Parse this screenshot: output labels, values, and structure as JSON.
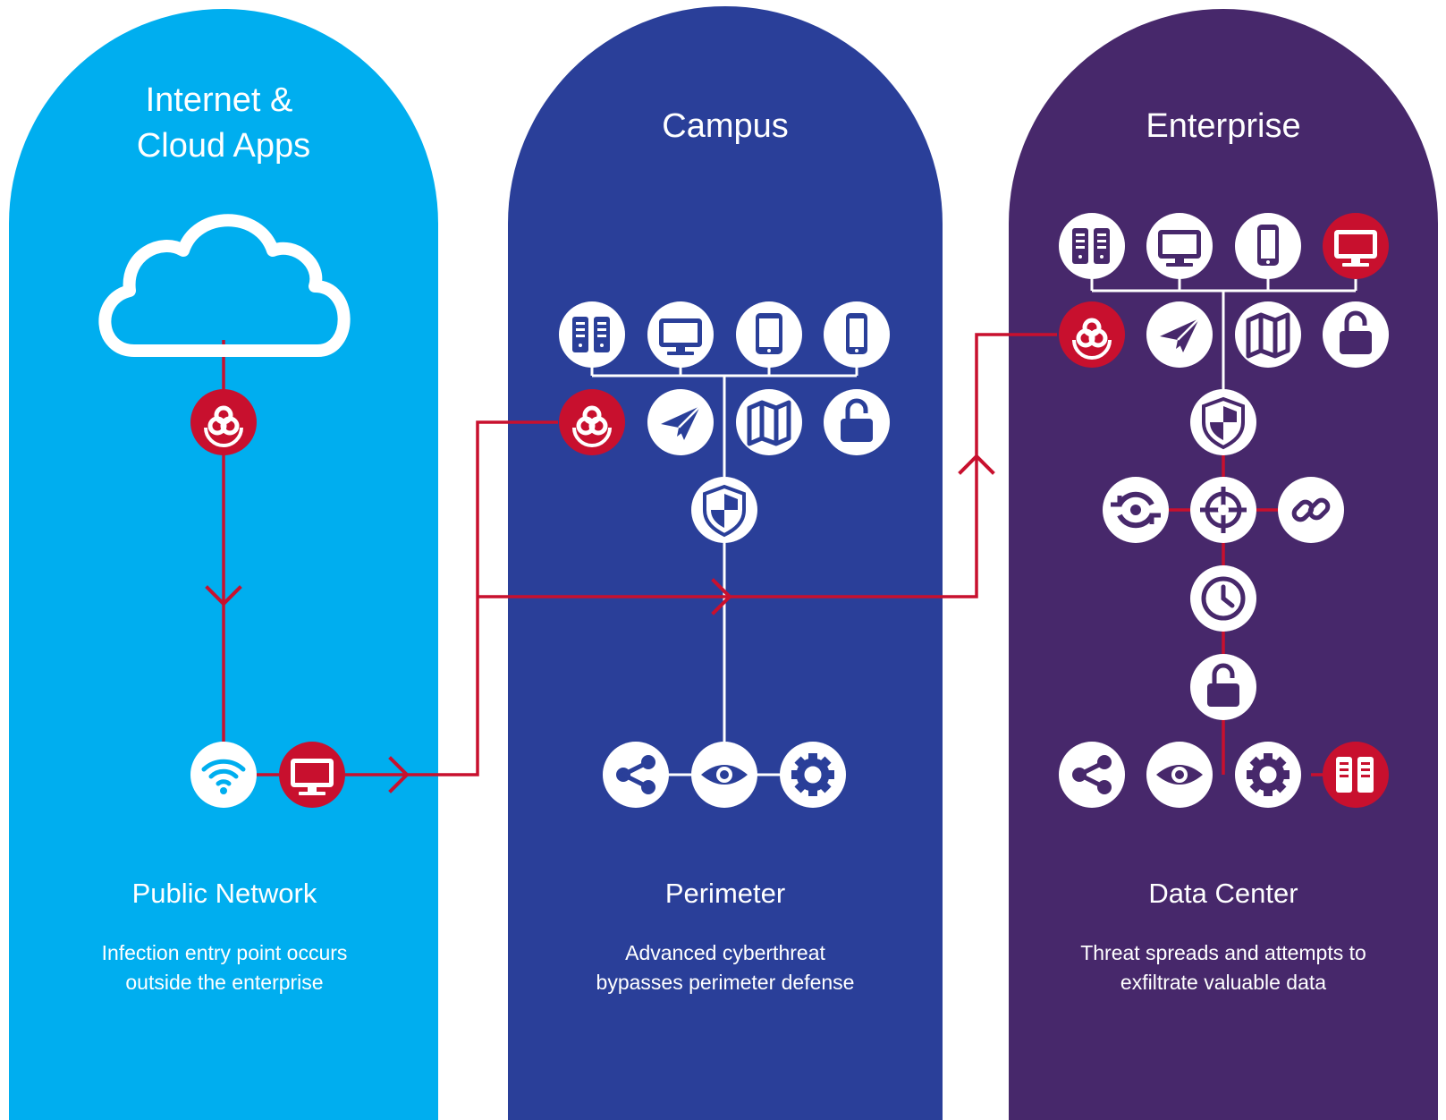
{
  "colors": {
    "internet_panel": "#00aeef",
    "campus_panel": "#2a3f99",
    "enterprise_panel": "#47286b",
    "threat_red": "#c8102e",
    "node_white": "#ffffff",
    "link_white": "#ffffff"
  },
  "columns": [
    {
      "title_lines": [
        "Internet &",
        "Cloud Apps"
      ],
      "section_label": "Public Network",
      "description_lines": [
        "Infection entry point occurs",
        "outside the enterprise"
      ],
      "icons": [
        "cloud-icon",
        "biohazard-icon",
        "wifi-icon",
        "monitor-icon"
      ]
    },
    {
      "title_lines": [
        "Campus"
      ],
      "section_label": "Perimeter",
      "description_lines": [
        "Advanced cyberthreat",
        "bypasses perimeter defense"
      ],
      "icons": [
        "server-icon",
        "monitor-icon",
        "tablet-icon",
        "phone-icon",
        "biohazard-icon",
        "paper-plane-icon",
        "map-icon",
        "padlock-icon",
        "shield-icon",
        "share-icon",
        "eye-icon",
        "gear-icon"
      ]
    },
    {
      "title_lines": [
        "Enterprise"
      ],
      "section_label": "Data Center",
      "description_lines": [
        "Threat spreads and attempts to",
        "exfiltrate valuable data"
      ],
      "icons": [
        "server-icon",
        "monitor-icon",
        "phone-icon",
        "monitor-icon",
        "biohazard-icon",
        "paper-plane-icon",
        "map-icon",
        "padlock-icon",
        "shield-icon",
        "sync-icon",
        "crosshair-icon",
        "link-icon",
        "clock-icon",
        "padlock-icon",
        "share-icon",
        "eye-icon",
        "gear-icon",
        "server-icon"
      ]
    }
  ]
}
